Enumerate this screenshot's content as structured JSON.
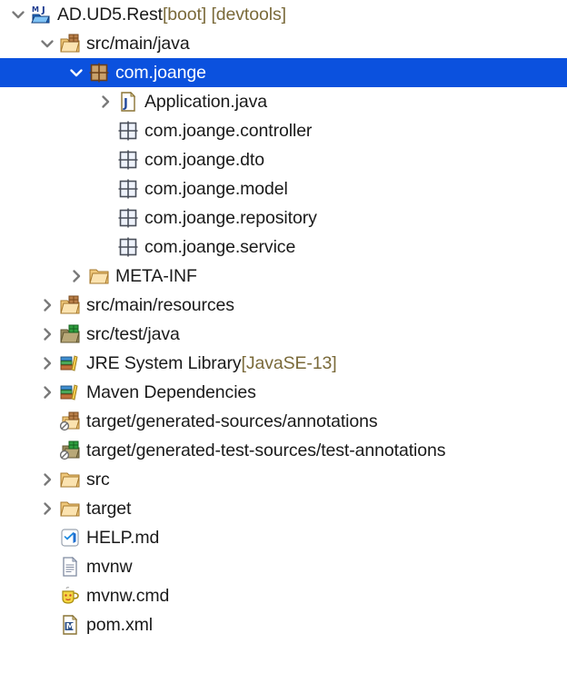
{
  "theme": {
    "background": "#ffffff",
    "selection_background": "#0b51de",
    "selection_text": "#ffffff",
    "text": "#1a1a1a",
    "qualifier_text": "#7a6a3a",
    "twisty": "#7a7a7a"
  },
  "tree": {
    "name": "package-explorer-tree",
    "rows": [
      {
        "id": "ad-ud5-rest",
        "label": "AD.UD5.Rest",
        "qualifier": " [boot] [devtools]",
        "indent": 0,
        "twisty": "expanded",
        "icon": "maven-java-project-icon",
        "selected": false
      },
      {
        "id": "src-main-java",
        "label": "src/main/java",
        "qualifier": "",
        "indent": 1,
        "twisty": "expanded",
        "icon": "source-folder-java-icon",
        "selected": false
      },
      {
        "id": "com-joange",
        "label": "com.joange",
        "qualifier": "",
        "indent": 2,
        "twisty": "expanded",
        "icon": "package-full-icon",
        "selected": true
      },
      {
        "id": "application-java",
        "label": "Application.java",
        "qualifier": "",
        "indent": 3,
        "twisty": "collapsed",
        "icon": "java-file-icon",
        "selected": false
      },
      {
        "id": "com-joange-controller",
        "label": "com.joange.controller",
        "qualifier": "",
        "indent": 3,
        "twisty": "none",
        "icon": "package-empty-icon",
        "selected": false
      },
      {
        "id": "com-joange-dto",
        "label": "com.joange.dto",
        "qualifier": "",
        "indent": 3,
        "twisty": "none",
        "icon": "package-empty-icon",
        "selected": false
      },
      {
        "id": "com-joange-model",
        "label": "com.joange.model",
        "qualifier": "",
        "indent": 3,
        "twisty": "none",
        "icon": "package-empty-icon",
        "selected": false
      },
      {
        "id": "com-joange-repository",
        "label": "com.joange.repository",
        "qualifier": "",
        "indent": 3,
        "twisty": "none",
        "icon": "package-empty-icon",
        "selected": false
      },
      {
        "id": "com-joange-service",
        "label": "com.joange.service",
        "qualifier": "",
        "indent": 3,
        "twisty": "none",
        "icon": "package-empty-icon",
        "selected": false
      },
      {
        "id": "meta-inf",
        "label": "META-INF",
        "qualifier": "",
        "indent": 2,
        "twisty": "collapsed",
        "icon": "folder-icon",
        "selected": false
      },
      {
        "id": "src-main-resources",
        "label": "src/main/resources",
        "qualifier": "",
        "indent": 1,
        "twisty": "collapsed",
        "icon": "source-folder-resources-icon",
        "selected": false
      },
      {
        "id": "src-test-java",
        "label": "src/test/java",
        "qualifier": "",
        "indent": 1,
        "twisty": "collapsed",
        "icon": "source-folder-test-icon",
        "selected": false
      },
      {
        "id": "jre-system-library",
        "label": "JRE System Library",
        "qualifier": " [JavaSE-13]",
        "indent": 1,
        "twisty": "collapsed",
        "icon": "library-icon",
        "selected": false
      },
      {
        "id": "maven-dependencies",
        "label": "Maven Dependencies",
        "qualifier": "",
        "indent": 1,
        "twisty": "collapsed",
        "icon": "library-icon",
        "selected": false
      },
      {
        "id": "generated-sources",
        "label": "target/generated-sources/annotations",
        "qualifier": "",
        "indent": 1,
        "twisty": "none",
        "icon": "source-folder-excluded-icon",
        "selected": false
      },
      {
        "id": "generated-test-sources",
        "label": "target/generated-test-sources/test-annotations",
        "qualifier": "",
        "indent": 1,
        "twisty": "none",
        "icon": "source-folder-test-excluded-icon",
        "selected": false
      },
      {
        "id": "src",
        "label": "src",
        "qualifier": "",
        "indent": 1,
        "twisty": "collapsed",
        "icon": "folder-icon",
        "selected": false
      },
      {
        "id": "target",
        "label": "target",
        "qualifier": "",
        "indent": 1,
        "twisty": "collapsed",
        "icon": "folder-icon",
        "selected": false
      },
      {
        "id": "help-md",
        "label": "HELP.md",
        "qualifier": "",
        "indent": 1,
        "twisty": "none",
        "icon": "vscode-file-icon",
        "selected": false
      },
      {
        "id": "mvnw",
        "label": "mvnw",
        "qualifier": "",
        "indent": 1,
        "twisty": "none",
        "icon": "text-file-icon",
        "selected": false
      },
      {
        "id": "mvnw-cmd",
        "label": "mvnw.cmd",
        "qualifier": "",
        "indent": 1,
        "twisty": "none",
        "icon": "java-cup-icon",
        "selected": false
      },
      {
        "id": "pom-xml",
        "label": "pom.xml",
        "qualifier": "",
        "indent": 1,
        "twisty": "none",
        "icon": "maven-pom-file-icon",
        "selected": false
      }
    ]
  }
}
